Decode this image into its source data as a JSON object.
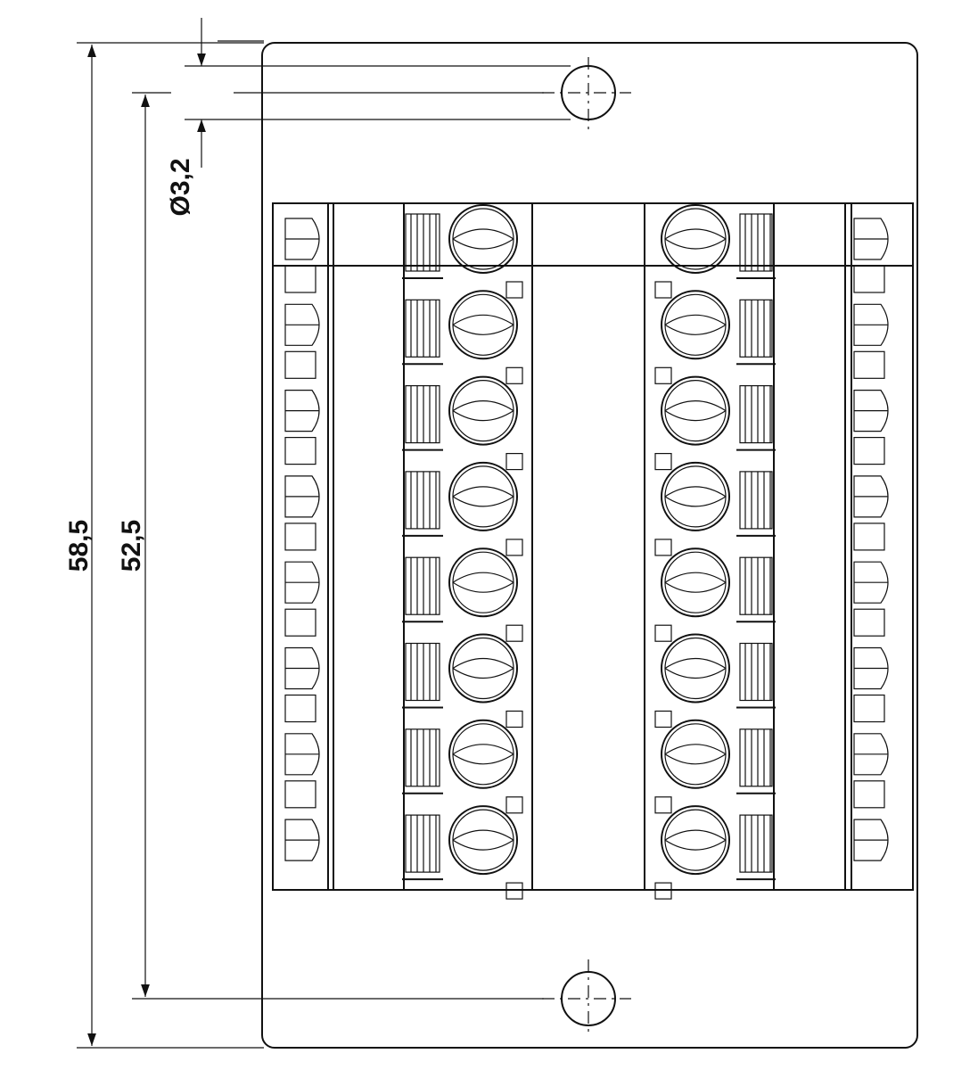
{
  "dimensions": {
    "overall_height": "58,5",
    "hole_spacing": "52,5",
    "hole_diameter": "Ø3,2"
  },
  "block": {
    "terminal_rows": 8,
    "side_rows": 8
  },
  "colors": {
    "line": "#111111",
    "background": "#ffffff"
  }
}
